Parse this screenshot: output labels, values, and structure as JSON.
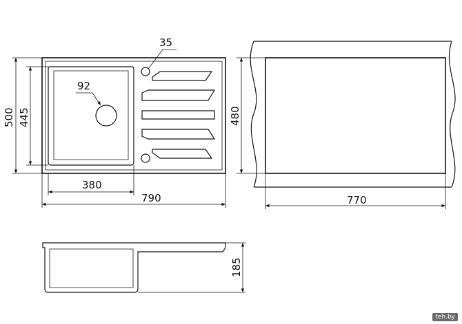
{
  "dimensions": {
    "total_length": "790",
    "total_height": "500",
    "inner_height": "445",
    "bowl_width": "380",
    "drain_diameter": "92",
    "faucet_hole": "35",
    "cutout_length": "770",
    "cutout_height": "480",
    "depth": "185"
  },
  "watermark": "teh.by",
  "colors": {
    "line": "#111111",
    "background": "#ffffff"
  }
}
